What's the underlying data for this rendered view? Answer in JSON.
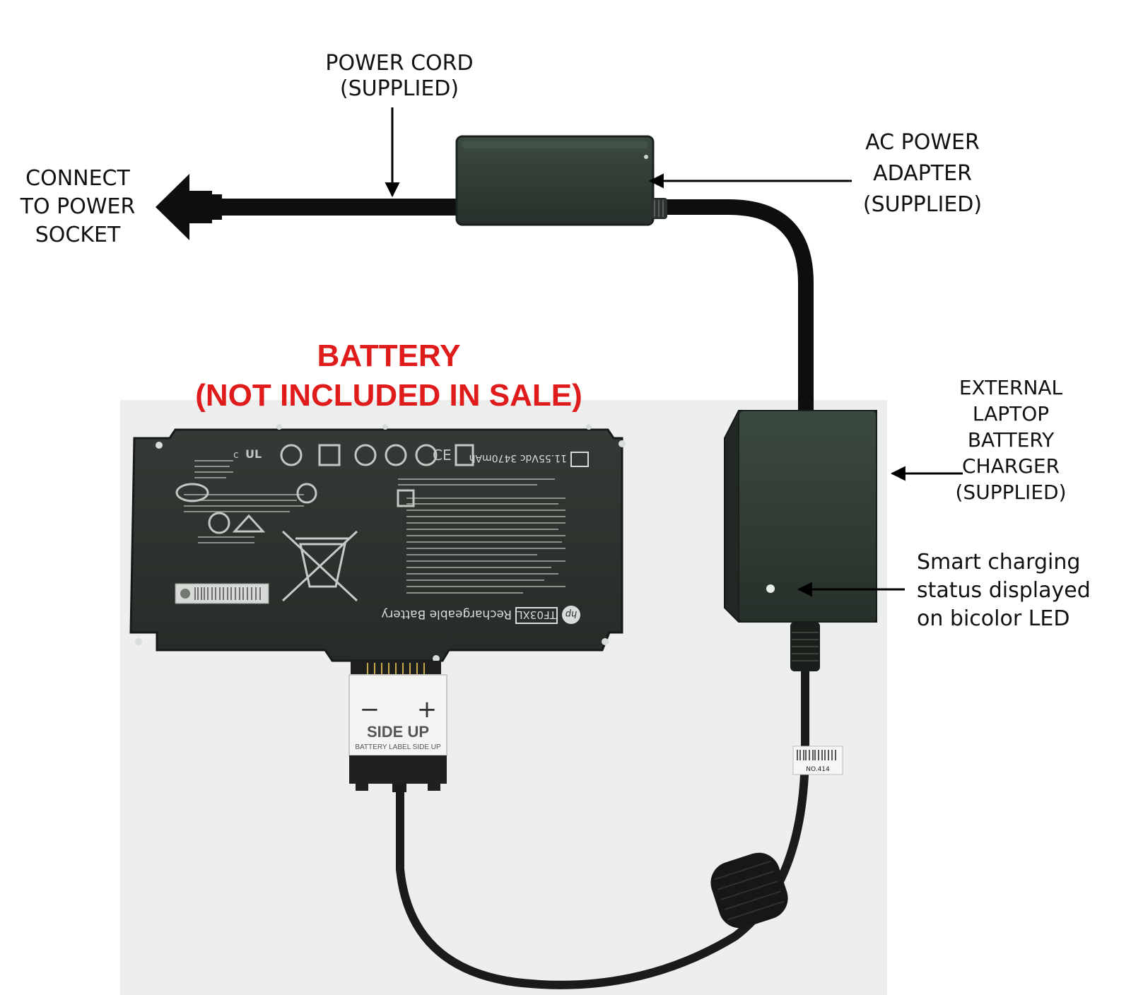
{
  "labels": {
    "power_cord": [
      "POWER CORD",
      "(SUPPLIED)"
    ],
    "connect": [
      "CONNECT",
      "TO POWER",
      "SOCKET"
    ],
    "ac_adapter": [
      "AC POWER",
      "ADAPTER",
      "(SUPPLIED)"
    ],
    "battery": [
      "BATTERY",
      "(NOT INCLUDED IN SALE)"
    ],
    "charger": [
      "EXTERNAL",
      "LAPTOP",
      "BATTERY",
      "CHARGER",
      "(SUPPLIED)"
    ],
    "led": [
      "Smart charging",
      "status displayed",
      "on bicolor LED"
    ]
  },
  "battery_label": {
    "model": "TF03XL",
    "name": "Rechargeable Battery",
    "voltage": "11.55Vdc 3470mAh",
    "brand": "hp"
  },
  "connector_label": {
    "minus": "−",
    "plus": "+",
    "side_up": "SIDE UP",
    "sub": "BATTERY LABEL SIDE UP"
  },
  "cable_tag": {
    "number": "NO.414"
  },
  "colors": {
    "label_red": "#e01b1b",
    "device_green": "#2f3a32",
    "cable": "#0e0e0e"
  }
}
